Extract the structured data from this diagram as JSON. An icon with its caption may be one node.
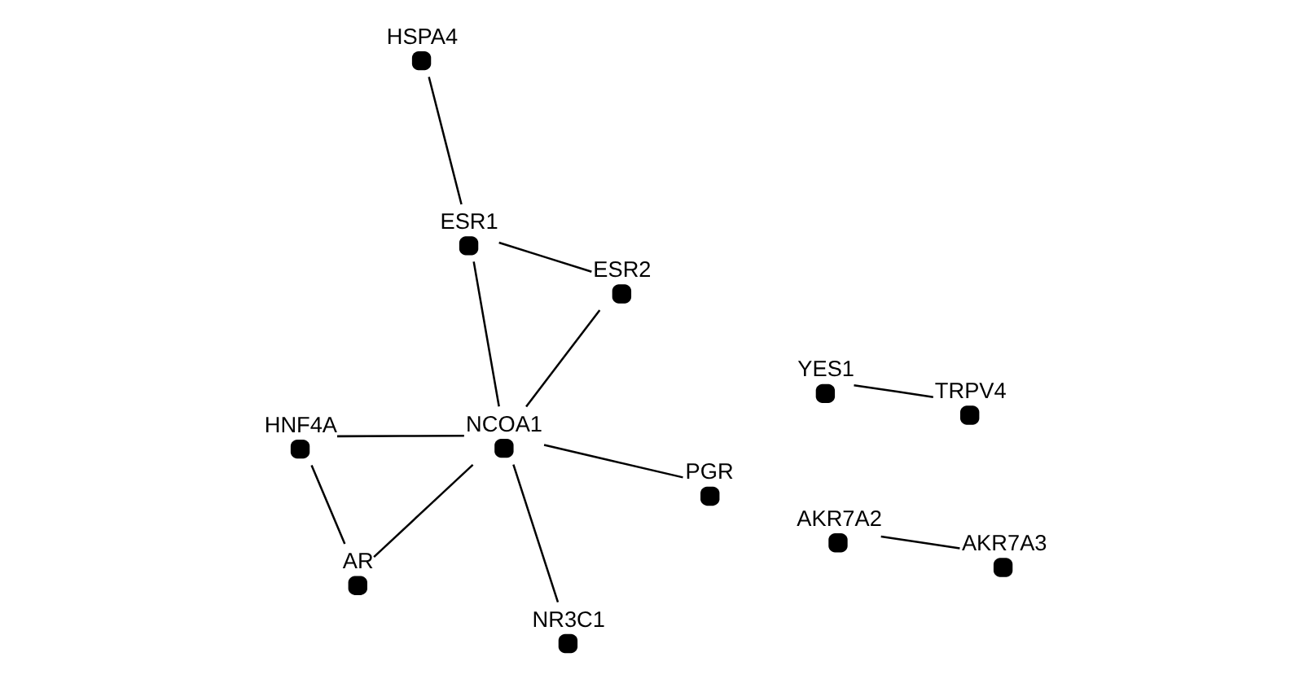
{
  "diagram": {
    "nodes": [
      {
        "text": [
          "HSPA4"
        ]
      },
      {
        "text": [
          "ESR1"
        ]
      },
      {
        "text": [
          "YES1"
        ]
      },
      {
        "text": [
          "TRPV4"
        ]
      },
      {
        "text": [
          "NR3C1"
        ]
      },
      {
        "text": [
          "AKR7A2"
        ]
      },
      {
        "text": [
          "AKR7A3"
        ]
      },
      {
        "text": [
          "NCOA1"
        ]
      },
      {
        "text": [
          "ESR2"
        ]
      },
      {
        "text": [
          "HNF4A"
        ]
      },
      {
        "text": [
          "AR"
        ]
      },
      {
        "text": [
          "PGR"
        ]
      }
    ],
    "edges": [
      {
        "from": 0,
        "to": 1,
        "arrow": "none"
      },
      {
        "from": 1,
        "to": 7,
        "arrow": "none"
      },
      {
        "from": 1,
        "to": 8,
        "arrow": "none"
      },
      {
        "from": 2,
        "to": 3,
        "arrow": "none"
      },
      {
        "from": 5,
        "to": 6,
        "arrow": "none"
      },
      {
        "from": 4,
        "to": 7,
        "arrow": "none"
      },
      {
        "from": 7,
        "to": 8,
        "arrow": "none"
      },
      {
        "from": 7,
        "to": 9,
        "arrow": "none"
      },
      {
        "from": 7,
        "to": 10,
        "arrow": "none"
      },
      {
        "from": 7,
        "to": 11,
        "arrow": "none"
      },
      {
        "from": 10,
        "to": 9,
        "arrow": "none"
      }
    ]
  }
}
